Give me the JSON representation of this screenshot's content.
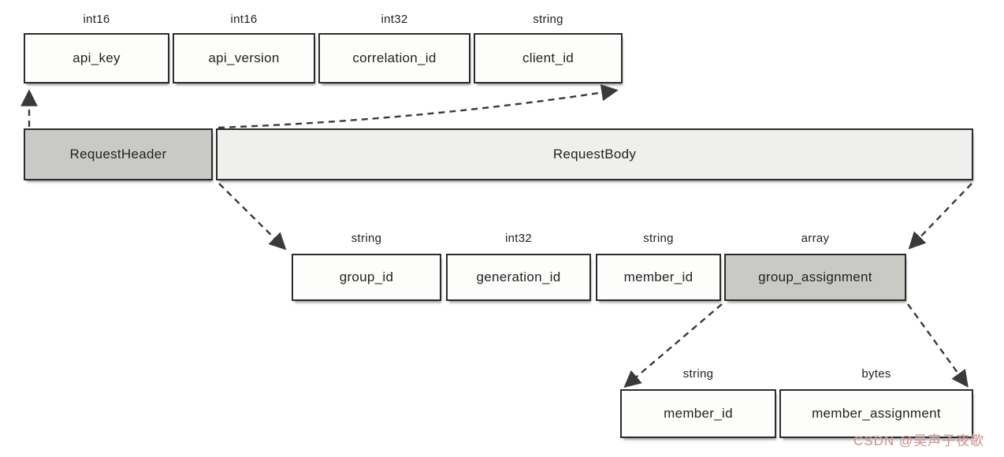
{
  "diagram": {
    "header_fields": [
      {
        "type": "int16",
        "name": "api_key"
      },
      {
        "type": "int16",
        "name": "api_version"
      },
      {
        "type": "int32",
        "name": "correlation_id"
      },
      {
        "type": "string",
        "name": "client_id"
      }
    ],
    "request_sections": [
      {
        "name": "RequestHeader"
      },
      {
        "name": "RequestBody"
      }
    ],
    "body_fields": [
      {
        "type": "string",
        "name": "group_id"
      },
      {
        "type": "int32",
        "name": "generation_id"
      },
      {
        "type": "string",
        "name": "member_id"
      },
      {
        "type": "array",
        "name": "group_assignment"
      }
    ],
    "assignment_fields": [
      {
        "type": "string",
        "name": "member_id"
      },
      {
        "type": "bytes",
        "name": "member_assignment"
      }
    ]
  },
  "watermark": "CSDN @吴声子夜歌",
  "colors": {
    "box_border": "#2b2b2b",
    "plain_fill": "#fdfdfc",
    "header_fill": "#c9c9c6",
    "body_fill": "#eff0ed",
    "array_fill": "#c9c9c6",
    "arrow": "#3a3a3a",
    "watermark": "#c59090"
  }
}
